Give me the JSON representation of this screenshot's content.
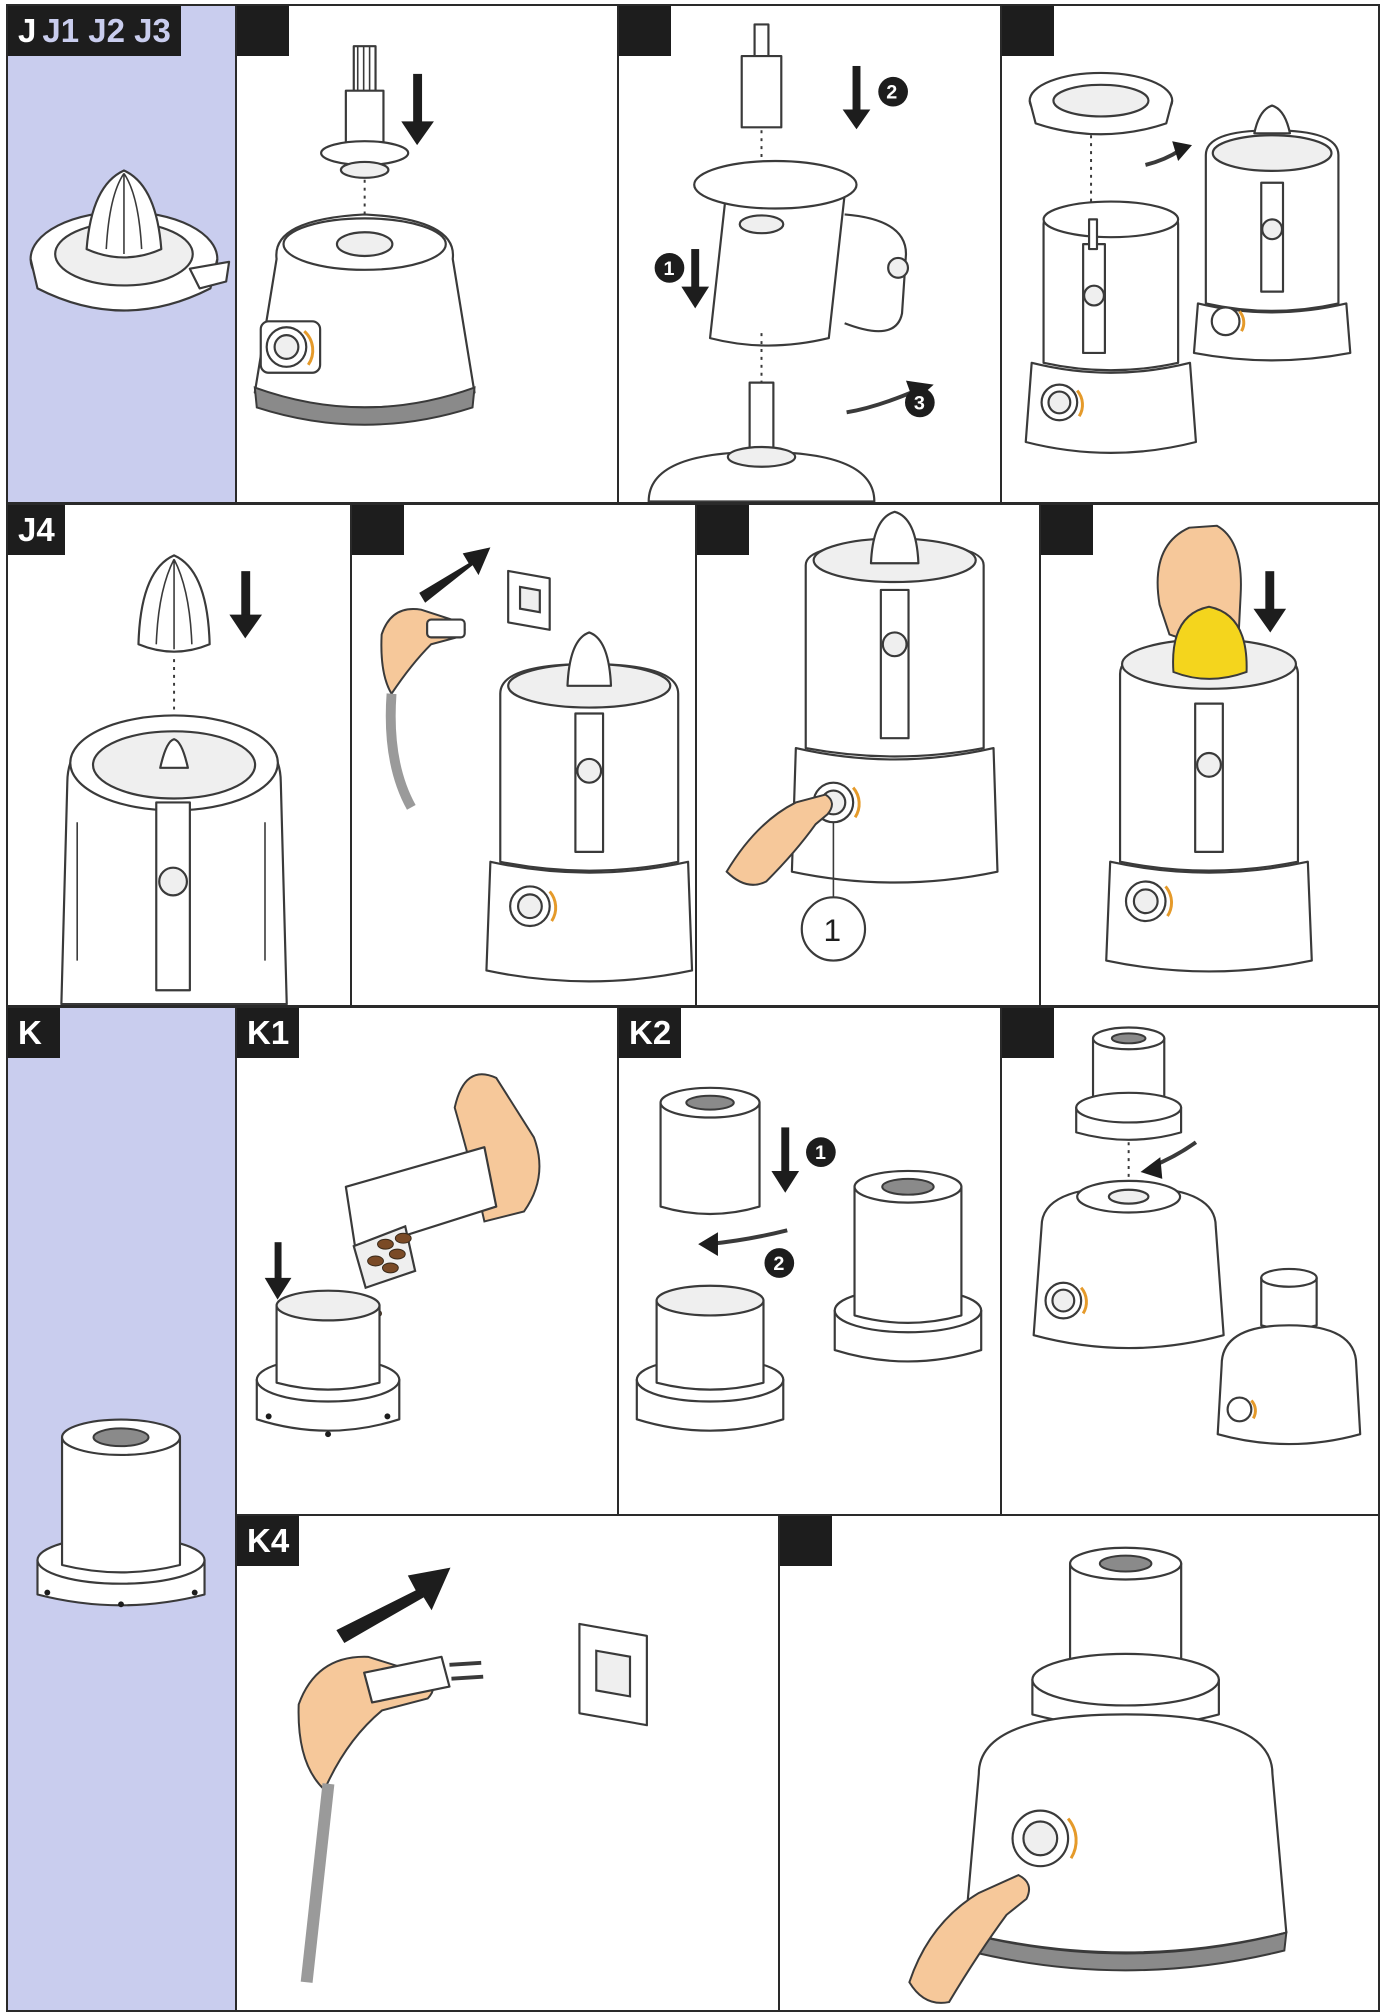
{
  "panels": {
    "J": {
      "label": "J",
      "sub": "J1 J2 J3"
    },
    "J4": {
      "label": "J4"
    },
    "K": {
      "label": "K"
    },
    "K1": {
      "label": "K1"
    },
    "K2": {
      "label": "K2"
    },
    "K4": {
      "label": "K4"
    }
  },
  "step_markers": {
    "bowl_step": [
      "1",
      "2",
      "3"
    ],
    "grinder_step": [
      "1",
      "2"
    ],
    "switch_callout": "1"
  },
  "colors": {
    "section_tint": "#c9cdee",
    "tab_background": "#1d1d1d",
    "skin": "#f6c89a",
    "lemon": "#f4d51d",
    "knob_accent": "#e59a2a"
  }
}
